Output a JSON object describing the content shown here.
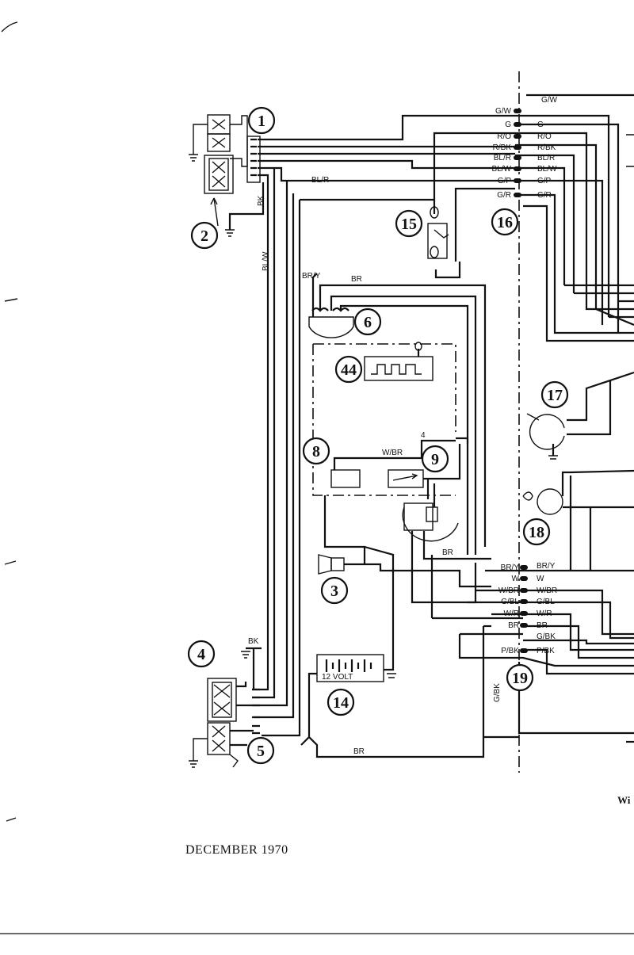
{
  "page": {
    "footer_date": "DECEMBER 1970",
    "caption": "Wi",
    "colors": {
      "ink": "#111111",
      "paper": "#ffffff"
    }
  },
  "components": {
    "c1": "1",
    "c2": "2",
    "c3": "3",
    "c4": "4",
    "c5": "5",
    "c6": "6",
    "c8": "8",
    "c9": "9",
    "c14": "14",
    "c15": "15",
    "c16": "16",
    "c17": "17",
    "c18": "18",
    "c19": "19",
    "c44": "44"
  },
  "battery_label": "12 VOLT",
  "wire_labels": {
    "bl_r": "BL/R",
    "bk_top": "BK",
    "bl_w": "BL/W",
    "br_y_6": "BR/Y",
    "br_6": "BR",
    "w_br_9": "W/BR",
    "four": "4",
    "br_mid": "BR",
    "bk_4": "BK",
    "br_bottom": "BR",
    "g_bk_vertical": "G/BK"
  },
  "connector16": {
    "left": [
      "G/W",
      "G",
      "R/O",
      "R/BK",
      "BL/R",
      "BL/W",
      "G/P",
      "G/R"
    ],
    "right": [
      "G/W",
      "G",
      "R/O",
      "R/BK",
      "BL/R",
      "BL/W",
      "G/P",
      "G/R"
    ]
  },
  "connector19": {
    "left": [
      "BR/Y",
      "W",
      "W/BR",
      "G/BL",
      "W/R",
      "BR",
      "P/BK"
    ],
    "right": [
      "BR/Y",
      "W",
      "W/BR",
      "G/BL",
      "W/R",
      "BR",
      "G/BK",
      "P/BK"
    ]
  }
}
